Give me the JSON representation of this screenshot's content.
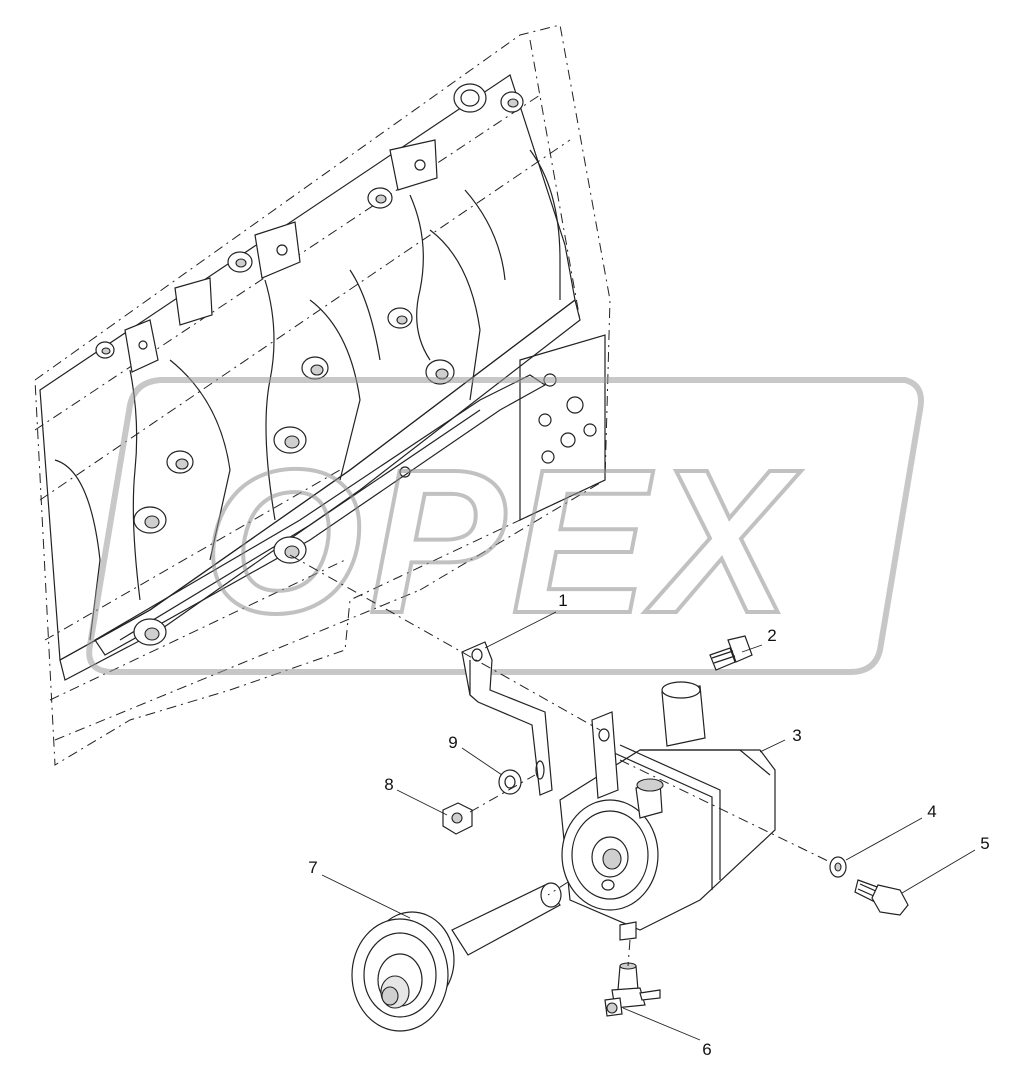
{
  "watermark": {
    "text": "OPEX",
    "color": "#bdbdbd"
  },
  "callouts": [
    {
      "id": "1",
      "label": "1"
    },
    {
      "id": "2",
      "label": "2"
    },
    {
      "id": "3",
      "label": "3"
    },
    {
      "id": "4",
      "label": "4"
    },
    {
      "id": "5",
      "label": "5"
    },
    {
      "id": "6",
      "label": "6"
    },
    {
      "id": "7",
      "label": "7"
    },
    {
      "id": "8",
      "label": "8"
    },
    {
      "id": "9",
      "label": "9"
    }
  ],
  "colors": {
    "line": "#222222",
    "shade": "#cfcfcf",
    "background": "#ffffff"
  }
}
